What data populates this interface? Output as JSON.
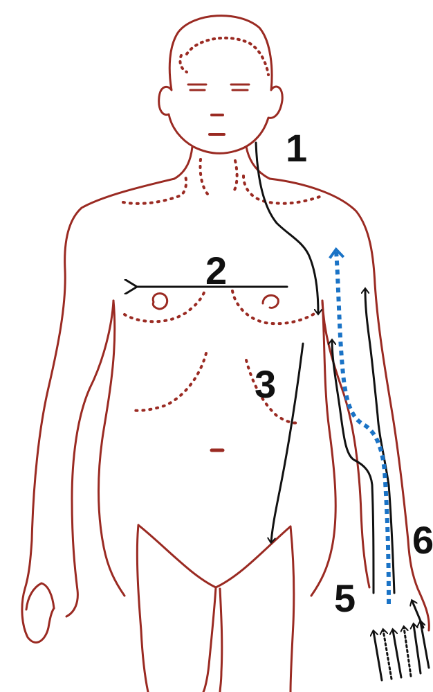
{
  "diagram": {
    "labels": {
      "one": "1",
      "two": "2",
      "three": "3",
      "five": "5",
      "six": "6"
    },
    "colors": {
      "outline": "#9a2a22",
      "arrow": "#111111",
      "dotted_arrow": "#1a73c6",
      "background": "#ffffff"
    },
    "figure": "human-body-front-outline"
  }
}
